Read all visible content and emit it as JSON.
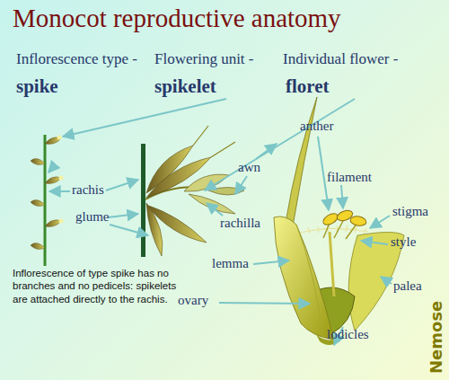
{
  "diagram": {
    "title": "Monocot reproductive anatomy",
    "labels": [
      "Inflorescence type -",
      "spike",
      "Flowering unit -",
      "spikelet",
      "Individual flower -",
      "floret",
      "rachis",
      "glume",
      "awn",
      "rachilla",
      "anther",
      "filament",
      "stigma",
      "style",
      "lemma",
      "palea",
      "ovary",
      "lodicles",
      "Inflorescence of type spike has no branches and no pedicels: spikelets are attached directly to the rachis.",
      "Nemose"
    ]
  }
}
